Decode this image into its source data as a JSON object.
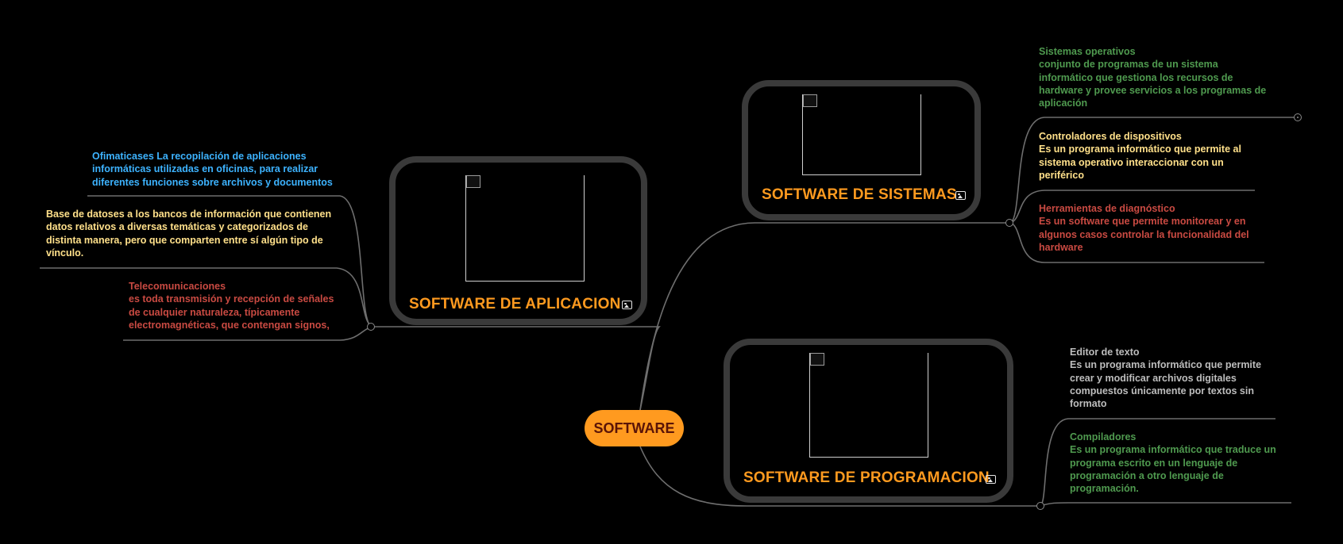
{
  "central": {
    "label": "SOFTWARE",
    "color": "#ff9a1f",
    "text_color": "#5a1407"
  },
  "branches": [
    {
      "label": "SOFTWARE DE APLICACION",
      "icon": "image-icon",
      "topics": [
        {
          "color": "#3db3ff",
          "lines": [
            "Ofimaticases La recopilación de aplicaciones",
            "informáticas utilizadas en oficinas, para realizar",
            "diferentes funciones sobre archivos y documentos"
          ]
        },
        {
          "color": "#ffe08a",
          "lines": [
            "Base de datoses a los bancos de información que contienen",
            "datos relativos a diversas temáticas y categorizados de",
            "distinta manera, pero que comparten entre sí algún tipo de",
            "vínculo."
          ]
        },
        {
          "color": "#c94a42",
          "lines": [
            "Telecomunicaciones",
            "es toda transmisión y recepción de señales",
            "de cualquier naturaleza, típicamente",
            "electromagnéticas, que contengan signos,"
          ]
        }
      ]
    },
    {
      "label": "SOFTWARE DE SISTEMAS",
      "icon": "image-icon",
      "topics": [
        {
          "color": "#4f9a4f",
          "lines": [
            "Sistemas operativos",
            "conjunto de programas de un sistema",
            "informático que gestiona los recursos de",
            "hardware y provee servicios a los programas de",
            "aplicación"
          ]
        },
        {
          "color": "#ffe08a",
          "lines": [
            "Controladores de dispositivos",
            "Es un programa informático que permite al",
            "sistema operativo interaccionar con un",
            "periférico"
          ]
        },
        {
          "color": "#c94a42",
          "lines": [
            "Herramientas de diagnóstico",
            "Es un software que permite monitorear y en",
            "algunos casos controlar la funcionalidad del",
            "hardware"
          ]
        }
      ]
    },
    {
      "label": "SOFTWARE DE PROGRAMACION",
      "icon": "image-icon",
      "topics": [
        {
          "color": "#bdbdbd",
          "lines": [
            "Editor de texto",
            "Es un programa informático que permite",
            "crear y modificar archivos digitales",
            "compuestos únicamente por textos sin",
            "formato"
          ]
        },
        {
          "color": "#4f9a4f",
          "lines": [
            "Compiladores",
            "Es un programa informático que traduce un",
            "programa escrito en un lenguaje de",
            "programación a otro lenguaje de",
            "programación."
          ]
        }
      ]
    }
  ]
}
